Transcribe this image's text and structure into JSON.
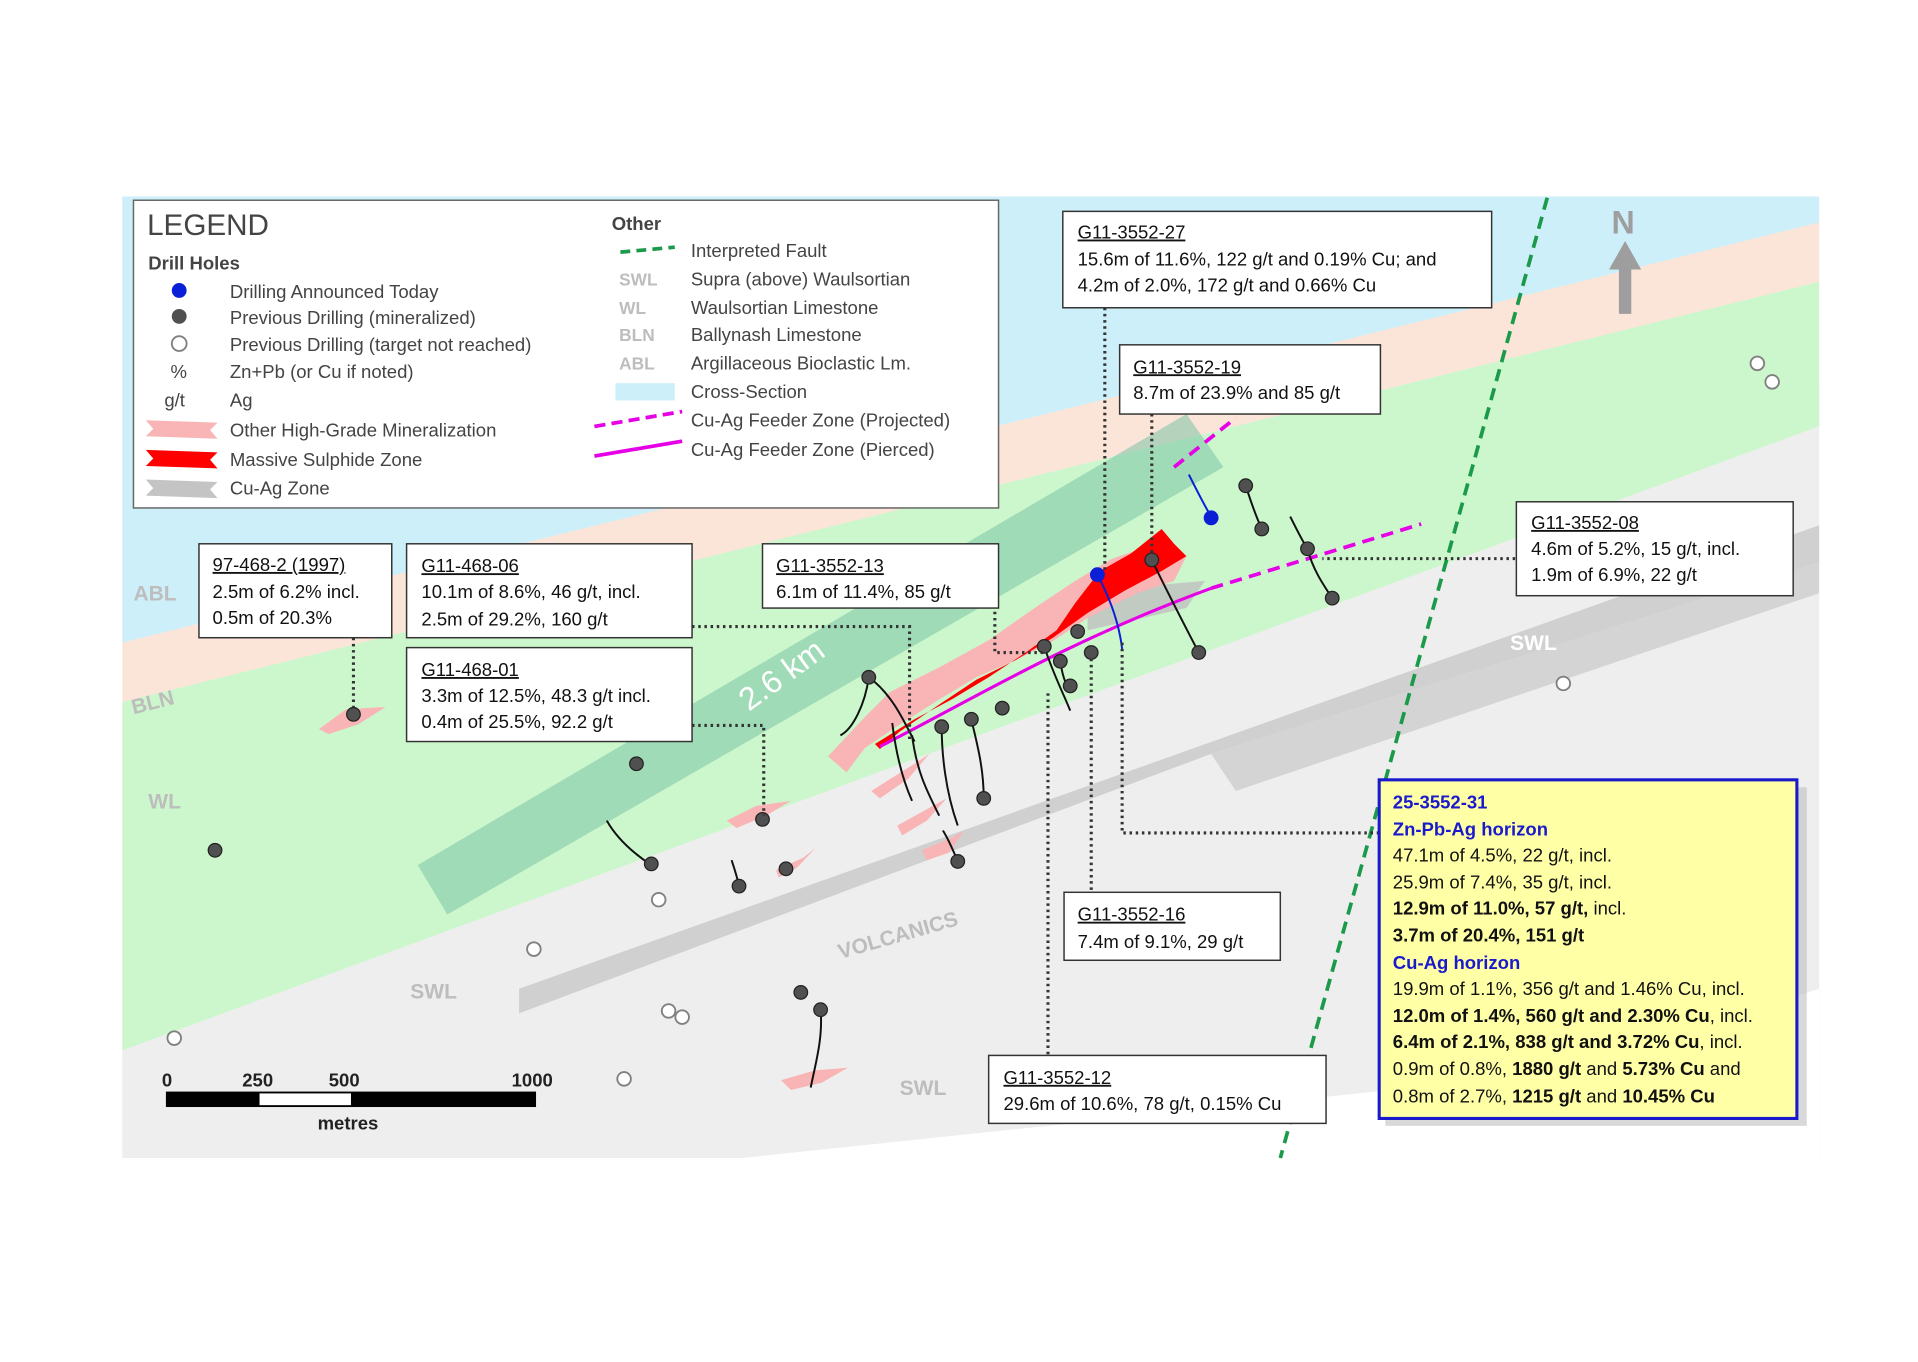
{
  "legend": {
    "title": "LEGEND",
    "drill_holes_heading": "Drill Holes",
    "items": [
      {
        "symbol": "blue-dot",
        "label": "Drilling Announced Today"
      },
      {
        "symbol": "grey-dot",
        "label": "Previous Drilling (mineralized)"
      },
      {
        "symbol": "open-circle",
        "label": "Previous Drilling (target not reached)"
      },
      {
        "symbol": "%",
        "label": "Zn+Pb (or Cu if noted)"
      },
      {
        "symbol": "g/t",
        "label": "Ag"
      },
      {
        "symbol": "pink-band",
        "label": "Other High-Grade Mineralization"
      },
      {
        "symbol": "red-band",
        "label": "Massive Sulphide Zone"
      },
      {
        "symbol": "grey-band",
        "label": "Cu-Ag Zone"
      }
    ],
    "other_heading": "Other",
    "other_items": [
      {
        "symbol": "green-dash",
        "label": "Interpreted Fault"
      },
      {
        "symbol": "SWL",
        "label": "Supra (above) Waulsortian"
      },
      {
        "symbol": "WL",
        "label": "Waulsortian Limestone"
      },
      {
        "symbol": "BLN",
        "label": "Ballynash Limestone"
      },
      {
        "symbol": "ABL",
        "label": "Argillaceous Bioclastic Lm."
      },
      {
        "symbol": "lightblue-box",
        "label": "Cross-Section"
      },
      {
        "symbol": "magenta-dash",
        "label": "Cu-Ag Feeder Zone (Projected)"
      },
      {
        "symbol": "magenta-solid",
        "label": "Cu-Ag Feeder Zone (Pierced)"
      }
    ]
  },
  "map_labels": {
    "abl": "ABL",
    "bln": "BLN",
    "wl": "WL",
    "swl_right": "SWL",
    "swl_left": "SWL",
    "swl_bottom": "SWL",
    "volcanics": "VOLCANICS",
    "cross_section": "2.6 km",
    "north": "N"
  },
  "callouts": {
    "c97_468_2": {
      "title": "97-468-2 (1997)",
      "lines": [
        "2.5m of 6.2% incl.",
        "0.5m of 20.3%"
      ]
    },
    "g11_468_06": {
      "title": "G11-468-06",
      "lines": [
        "10.1m of 8.6%, 46 g/t, incl.",
        "2.5m of 29.2%, 160 g/t"
      ]
    },
    "g11_468_01": {
      "title": "G11-468-01",
      "lines": [
        "3.3m of 12.5%, 48.3 g/t incl.",
        "0.4m of 25.5%, 92.2 g/t"
      ]
    },
    "g11_3552_13": {
      "title": "G11-3552-13",
      "lines": [
        "6.1m of 11.4%, 85 g/t"
      ]
    },
    "g11_3552_27": {
      "title": "G11-3552-27",
      "lines": [
        "15.6m of 11.6%, 122 g/t and 0.19% Cu; and",
        "4.2m of 2.0%, 172 g/t and 0.66% Cu"
      ]
    },
    "g11_3552_19": {
      "title": "G11-3552-19",
      "lines": [
        "8.7m of 23.9% and 85 g/t"
      ]
    },
    "g11_3552_08": {
      "title": "G11-3552-08",
      "lines": [
        "4.6m of 5.2%, 15 g/t, incl.",
        "1.9m of 6.9%, 22 g/t"
      ]
    },
    "g11_3552_16": {
      "title": "G11-3552-16",
      "lines": [
        "7.4m of 9.1%, 29 g/t"
      ]
    },
    "g11_3552_12": {
      "title": "G11-3552-12",
      "lines": [
        "29.6m of 10.6%, 78 g/t, 0.15% Cu"
      ]
    },
    "h25_3552_31": {
      "title": "25-3552-31",
      "zn_heading": "Zn-Pb-Ag horizon",
      "zn_lines": [
        "47.1m of 4.5%, 22 g/t, incl.",
        "25.9m of 7.4%, 35 g/t, incl."
      ],
      "zn_bold_1": "12.9m of 11.0%, 57 g/t,",
      "zn_tail_1": " incl.",
      "zn_bold_2": "3.7m of 20.4%, 151 g/t",
      "cu_heading": "Cu-Ag horizon",
      "cu_line_1": "19.9m of 1.1%, 356 g/t and 1.46% Cu, incl.",
      "cu_bold_2": "12.0m of 1.4%, 560 g/t and 2.30% Cu",
      "cu_tail_2": ", incl.",
      "cu_bold_3": "6.4m of 2.1%, 838 g/t and 3.72% Cu",
      "cu_tail_3": ", incl.",
      "cu_4a": "0.9m of 0.8%, ",
      "cu_4b": "1880 g/t",
      "cu_4c": " and ",
      "cu_4d": "5.73% Cu",
      "cu_4e": " and",
      "cu_5a": "0.8m of 2.7%, ",
      "cu_5b": "1215 g/t",
      "cu_5c": " and ",
      "cu_5d": "10.45% Cu"
    }
  },
  "scale_bar": {
    "ticks": [
      "0",
      "250",
      "500",
      "1000"
    ],
    "units": "metres"
  },
  "colors": {
    "wl_green": "#ccf5cc",
    "abl_blue": "#ccecf8",
    "bln_peach": "#fbe4d6",
    "swl_grey": "#e6e6e6",
    "volcanics_grey": "#cccccc",
    "cross_section": "#7fbfa0",
    "fault": "#1a9a4a",
    "feeder": "#e600e6",
    "massive_sulphide": "#ff0000",
    "high_grade": "#f9b5b5",
    "highlight_box": "#ffffa6",
    "highlight_border": "#1a1acc",
    "new_hole": "#0a1fd6"
  }
}
